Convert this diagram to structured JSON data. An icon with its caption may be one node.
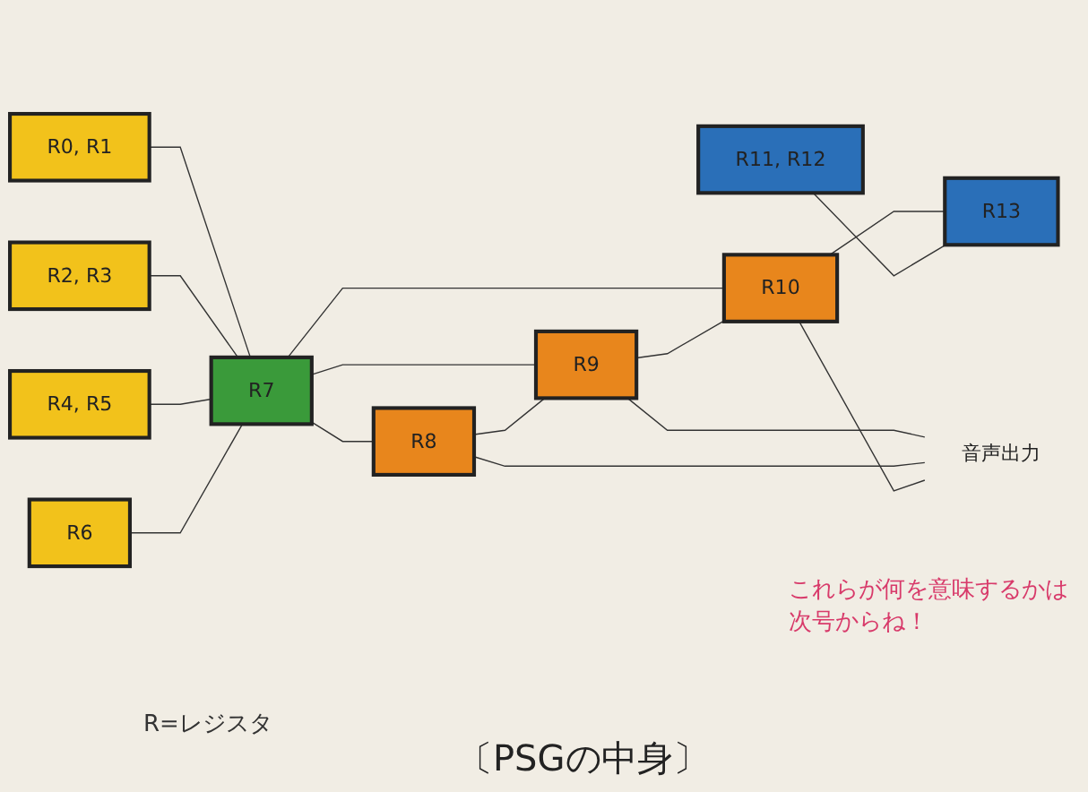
{
  "diagram": {
    "caption": "〔PSGの中身〕",
    "nodes": [
      {
        "text": [
          "R0, R1"
        ]
      },
      {
        "text": [
          "R2, R3"
        ]
      },
      {
        "text": [
          "R4, R5"
        ]
      },
      {
        "text": [
          "R6"
        ]
      },
      {
        "text": [
          "R7"
        ]
      },
      {
        "text": [
          "R8"
        ]
      },
      {
        "text": [
          "R9"
        ]
      },
      {
        "text": [
          "R10"
        ]
      },
      {
        "text": [
          "R11, R12"
        ]
      },
      {
        "text": [
          "R13"
        ]
      },
      {
        "text": [
          "音声出力"
        ]
      }
    ],
    "edges": [
      {
        "from": 0,
        "to": 4,
        "arrow": "none"
      },
      {
        "from": 1,
        "to": 4,
        "arrow": "none"
      },
      {
        "from": 2,
        "to": 4,
        "arrow": "none"
      },
      {
        "from": 3,
        "to": 4,
        "arrow": "none"
      },
      {
        "from": 4,
        "to": 5,
        "arrow": "none"
      },
      {
        "from": 4,
        "to": 6,
        "arrow": "none"
      },
      {
        "from": 4,
        "to": 7,
        "arrow": "none"
      },
      {
        "from": 5,
        "to": 6,
        "arrow": "none"
      },
      {
        "from": 6,
        "to": 7,
        "arrow": "none"
      },
      {
        "from": 7,
        "to": 9,
        "arrow": "none"
      },
      {
        "from": 8,
        "to": 9,
        "arrow": "none"
      },
      {
        "from": 6,
        "to": 10,
        "arrow": "none"
      },
      {
        "from": 5,
        "to": 10,
        "arrow": "none"
      },
      {
        "from": 7,
        "to": 10,
        "arrow": "none"
      }
    ],
    "labels": [
      "R=レジスタ",
      "これらが何を意味するかは次号からね！"
    ]
  }
}
